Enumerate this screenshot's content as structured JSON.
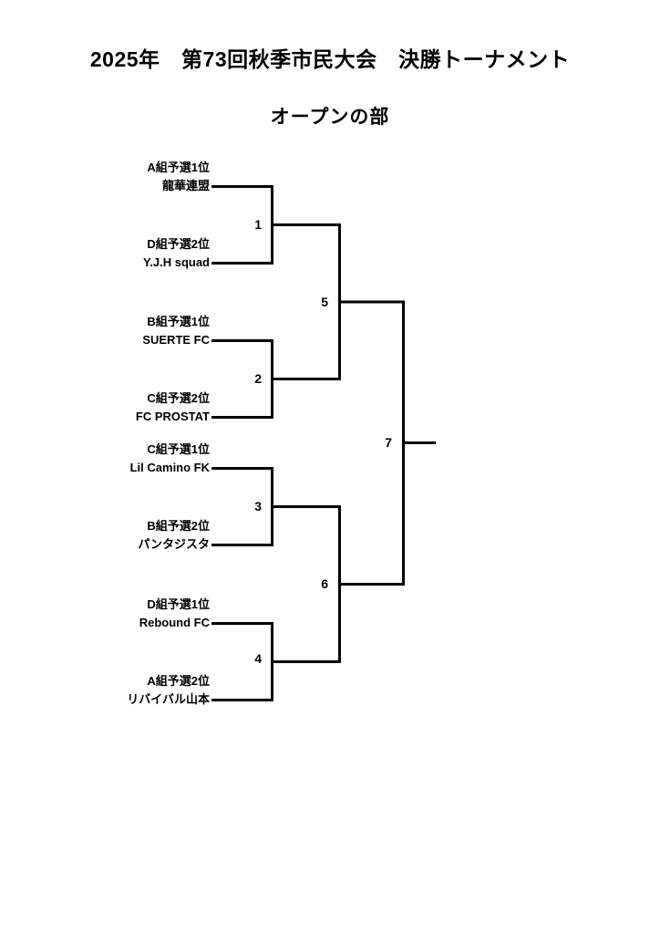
{
  "header": {
    "title": "2025年　第73回秋季市民大会　決勝トーナメント",
    "division": "オープンの部"
  },
  "bracket": {
    "slots": [
      {
        "seed": "A組予選1位",
        "team": "龍華連盟"
      },
      {
        "seed": "D組予選2位",
        "team": "Y.J.H squad"
      },
      {
        "seed": "B組予選1位",
        "team": "SUERTE FC"
      },
      {
        "seed": "C組予選2位",
        "team": "FC PROSTAT"
      },
      {
        "seed": "C組予選1位",
        "team": "Lil Camino FK"
      },
      {
        "seed": "B組予選2位",
        "team": "パンタジスタ"
      },
      {
        "seed": "D組予選1位",
        "team": "Rebound FC"
      },
      {
        "seed": "A組予選2位",
        "team": "リバイバル山本"
      }
    ],
    "matches": [
      {
        "number": "1"
      },
      {
        "number": "2"
      },
      {
        "number": "3"
      },
      {
        "number": "4"
      },
      {
        "number": "5"
      },
      {
        "number": "6"
      },
      {
        "number": "7"
      }
    ]
  }
}
